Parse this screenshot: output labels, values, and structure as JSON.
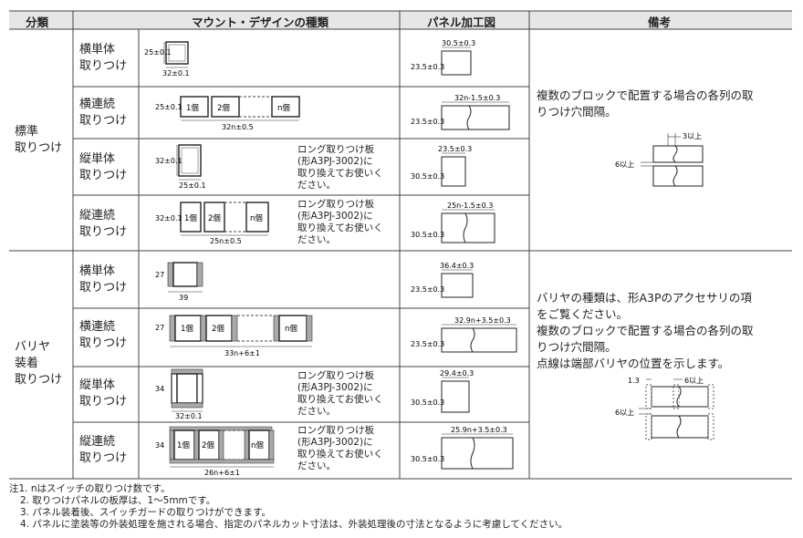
{
  "header": {
    "col1": "分類",
    "col2": "マウント・デザインの種類",
    "col3": "パネル加工図",
    "col4": "備考"
  },
  "categories": {
    "standard": [
      "標準",
      "取りつけ"
    ],
    "barrier": [
      "バリヤ",
      "装着",
      "取りつけ"
    ]
  },
  "rows": [
    {
      "sub": [
        "横単体",
        "取りつけ"
      ],
      "dim_a": "25±0.1",
      "dim_b": "32±0.1",
      "panel_w": "30.5±0.3",
      "panel_h": "23.5±0.3"
    },
    {
      "sub": [
        "横連続",
        "取りつけ"
      ],
      "dim_a": "25±0.1",
      "dim_b": "32n±0.5",
      "cells": [
        "1個",
        "2個",
        "n個"
      ],
      "panel_w": "32n-1.5±0.3",
      "panel_h": "23.5±0.3"
    },
    {
      "sub": [
        "縦単体",
        "取りつけ"
      ],
      "dim_a": "32±0.1",
      "dim_b": "25±0.1",
      "note": [
        "ロング取りつけ板",
        "(形A3PJ-3002)に",
        "取り換えてお使いく",
        "ださい。"
      ],
      "panel_w": "23.5±0.3",
      "panel_h": "30.5±0.3"
    },
    {
      "sub": [
        "縦連続",
        "取りつけ"
      ],
      "dim_a": "32±0.1",
      "dim_b": "25n±0.5",
      "cells": [
        "1個",
        "2個",
        "n個"
      ],
      "note": [
        "ロング取りつけ板",
        "(形A3PJ-3002)に",
        "取り換えてお使いく",
        "ださい。"
      ],
      "panel_w": "25n-1.5±0.3",
      "panel_h": "30.5±0.3"
    },
    {
      "sub": [
        "横単体",
        "取りつけ"
      ],
      "dim_a": "27",
      "dim_b": "39",
      "panel_w": "36.4±0.3",
      "panel_h": "23.5±0.3"
    },
    {
      "sub": [
        "横連続",
        "取りつけ"
      ],
      "dim_a": "27",
      "dim_b": "33n+6±1",
      "cells": [
        "1個",
        "2個",
        "n個"
      ],
      "panel_w": "32.9n+3.5±0.3",
      "panel_h": "23.5±0.3"
    },
    {
      "sub": [
        "縦単体",
        "取りつけ"
      ],
      "dim_a": "34",
      "dim_b": "32±0.1",
      "note": [
        "ロング取りつけ板",
        "(形A3PJ-3002)に",
        "取り換えてお使いく",
        "ださい。"
      ],
      "panel_w": "29.4±0.3",
      "panel_h": "30.5±0.3"
    },
    {
      "sub": [
        "縦連続",
        "取りつけ"
      ],
      "dim_a": "34",
      "dim_b": "26n+6±1",
      "cells": [
        "1個",
        "2個",
        "n個"
      ],
      "note": [
        "ロング取りつけ板",
        "(形A3PJ-3002)に",
        "取り換えてお使いく",
        "ださい。"
      ],
      "panel_w": "25.9n+3.5±0.3",
      "panel_h": "30.5±0.3"
    }
  ],
  "remarks": {
    "standard": [
      "複数のブロックで配置する場合の各列の取",
      "りつけ穴間隔。"
    ],
    "standard_dims": {
      "a": "3以上",
      "b": "6以上"
    },
    "barrier": [
      "バリヤの種類は、形A3Pのアクセサリの項",
      "をご覧ください。",
      "複数のブロックで配置する場合の各列の取",
      "りつけ穴間隔。",
      "点線は端部バリヤの位置を示します。"
    ],
    "barrier_dims": {
      "a": "1.3",
      "b": "6以上",
      "c": "6以上"
    }
  },
  "footnotes": [
    "注1. nはスイッチの取りつけ数です。",
    "2. 取りつけパネルの板厚は、1～5mmです。",
    "3. パネル装着後、スイッチガードの取りつけができます。",
    "4. パネルに塗装等の外装処理を施される場合、指定のパネルカット寸法は、外装処理後の寸法となるように考慮してください。"
  ]
}
